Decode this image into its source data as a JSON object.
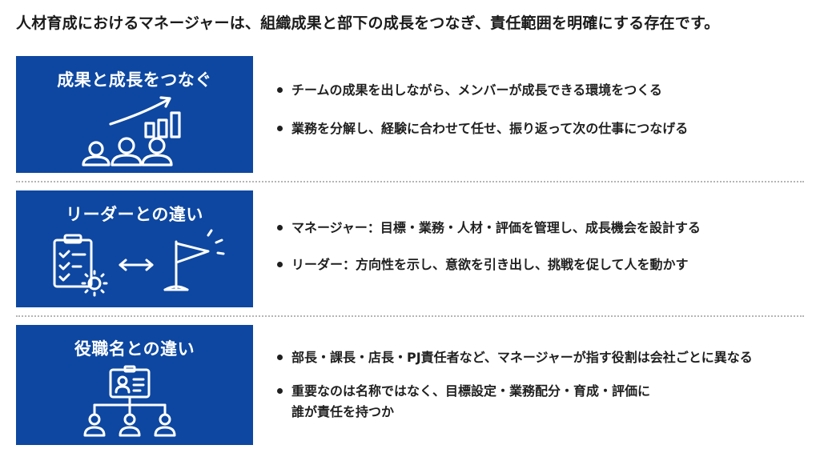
{
  "headline": "人材育成におけるマネージャーは、組織成果と部下の成長をつなぎ、責任範囲を明確にする存在です。",
  "sections": [
    {
      "title": "成果と成長をつなぐ",
      "icon": "team-growth-chart-icon",
      "bullets": [
        "チームの成果を出しながら、メンバーが成長できる環境をつくる",
        "業務を分解し、経験に合わせて任せ、振り返って次の仕事につなげる"
      ]
    },
    {
      "title": "リーダーとの違い",
      "icon": "checklist-vs-flag-icon",
      "bullets": [
        "マネージャー：目標・業務・人材・評価を管理し、成長機会を設計する",
        "リーダー：方向性を示し、意欲を引き出し、挑戦を促して人を動かす"
      ]
    },
    {
      "title": "役職名との違い",
      "icon": "org-chart-id-card-icon",
      "bullets": [
        "部長・課長・店長・PJ責任者など、マネージャーが指す役割は会社ごとに異なる",
        "重要なのは名称ではなく、目標設定・業務配分・育成・評価に\n誰が責任を持つか"
      ]
    }
  ],
  "colors": {
    "card_background": "#0d47a1",
    "card_text": "#ffffff",
    "body_text": "#1f1f1f",
    "divider": "#b5b5b5"
  }
}
